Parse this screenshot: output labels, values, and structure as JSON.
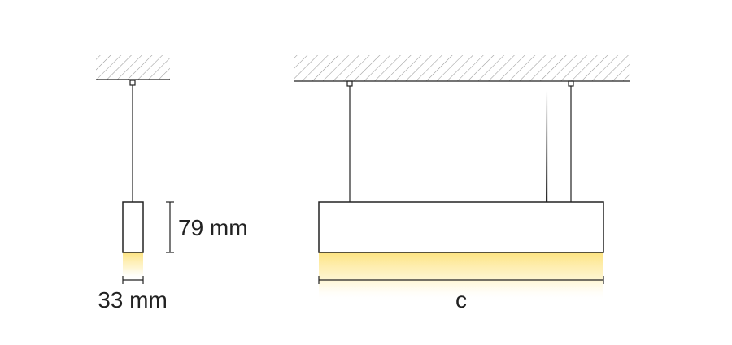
{
  "labels": {
    "height_dim": "79 mm",
    "width_dim": "33 mm",
    "length_dim": "c"
  },
  "colors": {
    "line": "#222222",
    "hatch": "#9a9a9a",
    "light_glow": "#fde99a"
  }
}
